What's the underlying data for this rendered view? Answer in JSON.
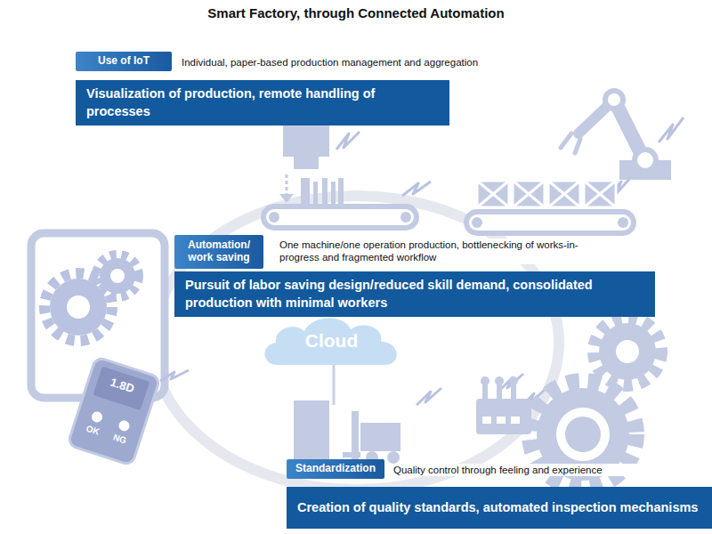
{
  "diagram": {
    "title": "Smart Factory, through Connected Automation",
    "nodes": [
      {
        "text": [
          "Use of IoT"
        ]
      },
      {
        "text": [
          "Visualization of production, remote handling of processes"
        ]
      },
      {
        "text": [
          "Automation/ work saving"
        ]
      },
      {
        "text": [
          "Pursuit of labor saving design/reduced skill demand, consolidated production with minimal workers"
        ]
      },
      {
        "text": [
          "Cloud"
        ]
      },
      {
        "text": [
          "Standardization"
        ]
      },
      {
        "text": [
          "Creation of quality standards, automated inspection mechanisms"
        ]
      }
    ],
    "labels": [
      "Individual, paper-based production management and aggregation",
      "One machine/one operation production, bottlenecking of works-in-progress and fragmented workflow",
      "Quality control through feeling and experience",
      "1.8D",
      "OK",
      "NG"
    ]
  }
}
